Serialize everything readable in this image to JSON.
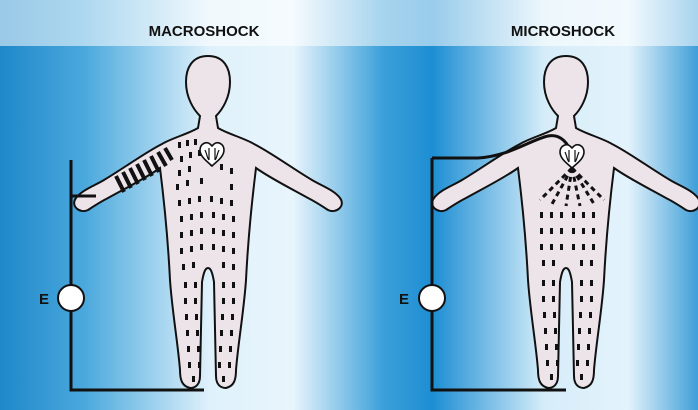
{
  "panels": {
    "left": {
      "title": "MACROSHOCK",
      "source_label": "E"
    },
    "right": {
      "title": "MICROSHOCK",
      "source_label": "E"
    }
  },
  "colors": {
    "background_dark": "#1f8fd1",
    "background_light": "#d8eef9",
    "body_fill": "#ede4ea",
    "outline": "#111111",
    "current_dots": "#111111",
    "heart_fill": "#ffffff"
  }
}
